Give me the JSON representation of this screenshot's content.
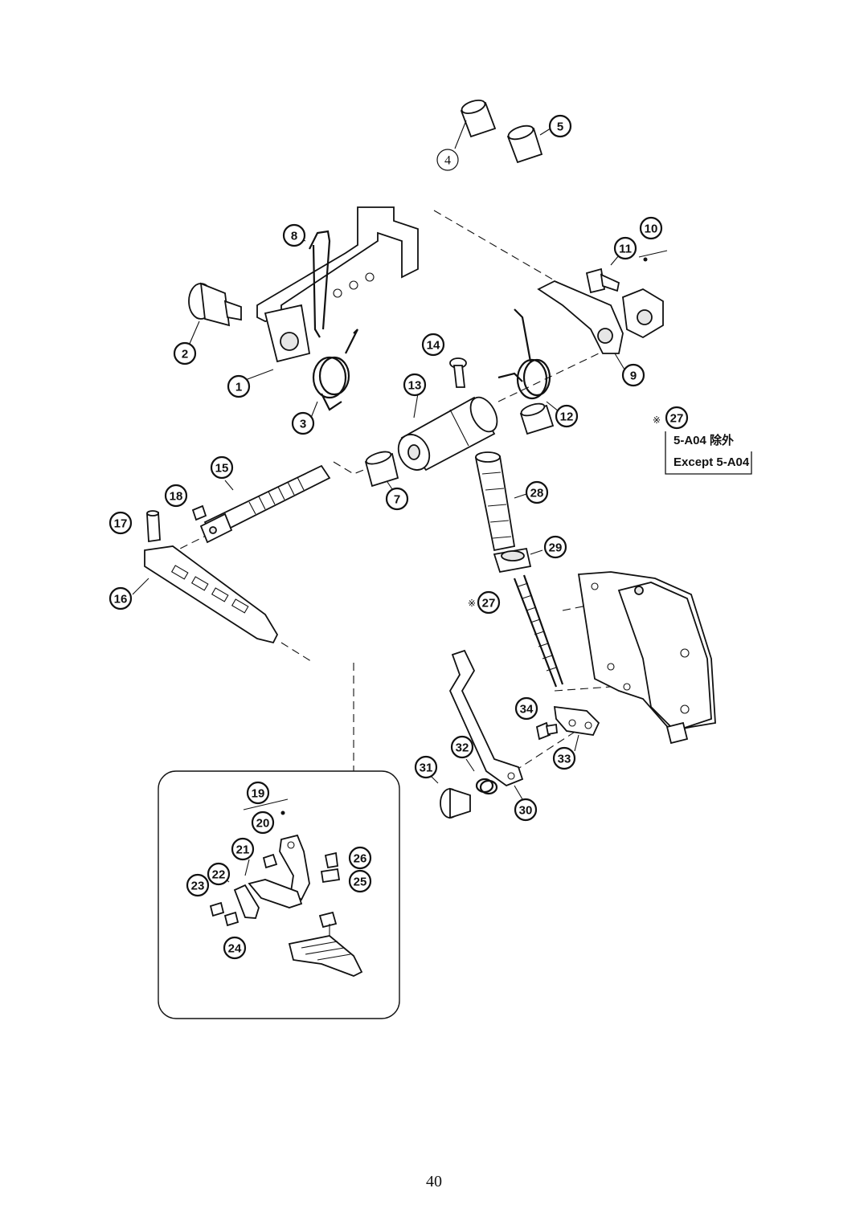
{
  "page_number": "40",
  "callouts": [
    {
      "id": "c1",
      "label": "1",
      "style": "bold"
    },
    {
      "id": "c2",
      "label": "2",
      "style": "bold"
    },
    {
      "id": "c3",
      "label": "3",
      "style": "bold"
    },
    {
      "id": "c4",
      "label": "4",
      "style": "plain"
    },
    {
      "id": "c5",
      "label": "5",
      "style": "bold"
    },
    {
      "id": "c7",
      "label": "7",
      "style": "bold"
    },
    {
      "id": "c8",
      "label": "8",
      "style": "bold"
    },
    {
      "id": "c9",
      "label": "9",
      "style": "bold"
    },
    {
      "id": "c10",
      "label": "10",
      "style": "bold"
    },
    {
      "id": "c11",
      "label": "11",
      "style": "bold"
    },
    {
      "id": "c12",
      "label": "12",
      "style": "bold"
    },
    {
      "id": "c13",
      "label": "13",
      "style": "bold"
    },
    {
      "id": "c14",
      "label": "14",
      "style": "bold"
    },
    {
      "id": "c15",
      "label": "15",
      "style": "bold"
    },
    {
      "id": "c16",
      "label": "16",
      "style": "bold"
    },
    {
      "id": "c17",
      "label": "17",
      "style": "bold"
    },
    {
      "id": "c18",
      "label": "18",
      "style": "bold"
    },
    {
      "id": "c19",
      "label": "19",
      "style": "bold"
    },
    {
      "id": "c20",
      "label": "20",
      "style": "bold"
    },
    {
      "id": "c21",
      "label": "21",
      "style": "bold"
    },
    {
      "id": "c22",
      "label": "22",
      "style": "bold"
    },
    {
      "id": "c23",
      "label": "23",
      "style": "bold"
    },
    {
      "id": "c24",
      "label": "24",
      "style": "bold"
    },
    {
      "id": "c25",
      "label": "25",
      "style": "bold"
    },
    {
      "id": "c26",
      "label": "26",
      "style": "bold"
    },
    {
      "id": "c27a",
      "label": "27",
      "style": "bold"
    },
    {
      "id": "c27b",
      "label": "27",
      "style": "bold"
    },
    {
      "id": "c28",
      "label": "28",
      "style": "bold"
    },
    {
      "id": "c29",
      "label": "29",
      "style": "bold"
    },
    {
      "id": "c30",
      "label": "30",
      "style": "bold"
    },
    {
      "id": "c31",
      "label": "31",
      "style": "bold"
    },
    {
      "id": "c32",
      "label": "32",
      "style": "bold"
    },
    {
      "id": "c33",
      "label": "33",
      "style": "bold"
    },
    {
      "id": "c34",
      "label": "34",
      "style": "bold"
    }
  ],
  "note": {
    "mark": "※",
    "line1": "5-A04 除外",
    "line2": "Except 5-A04"
  },
  "mark_27": "※"
}
